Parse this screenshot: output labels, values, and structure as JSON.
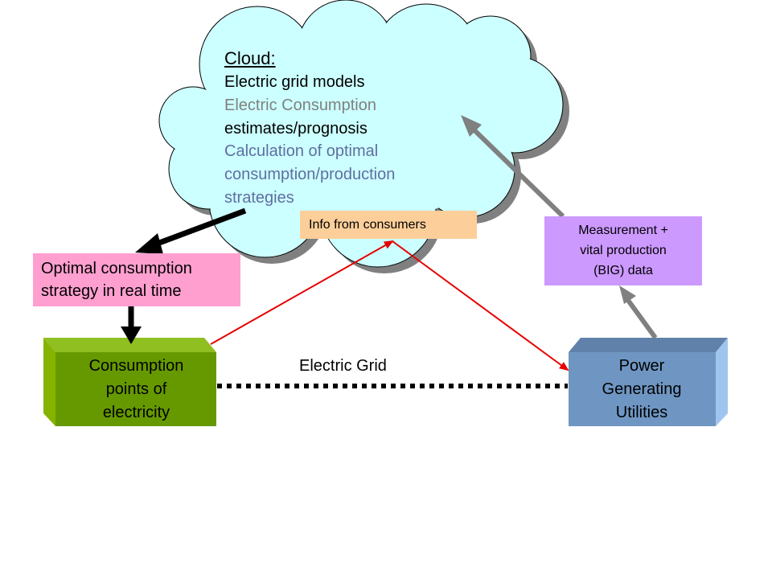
{
  "cloud": {
    "title": "Cloud:",
    "lines": [
      {
        "text": "Electric grid models",
        "color": "#000000"
      },
      {
        "text": "Electric Consumption",
        "color": "#808080"
      },
      {
        "text": "estimates/prognosis",
        "color": "#000000"
      },
      {
        "text": "Calculation of optimal",
        "color": "#5f6fa0"
      },
      {
        "text": "consumption/production",
        "color": "#5f6fa0"
      },
      {
        "text": "strategies",
        "color": "#5f6fa0"
      }
    ],
    "fill": "#ccffff"
  },
  "info_box": {
    "label": "Info from consumers",
    "fill": "#fccf9a"
  },
  "optimal_box": {
    "lines": [
      "Optimal consumption",
      "strategy in real time"
    ],
    "fill": "#ff9fd0"
  },
  "measurement_box": {
    "lines": [
      "Measurement +",
      "vital production",
      "(BIG) data"
    ],
    "fill": "#cc99ff"
  },
  "consumption_node": {
    "lines": [
      "Consumption",
      "points of",
      "electricity"
    ],
    "fill": "#669900"
  },
  "power_node": {
    "lines": [
      "Power",
      "Generating",
      "Utilities"
    ],
    "fill": "#6f96c2"
  },
  "grid_link": {
    "label": "Electric Grid"
  },
  "colors": {
    "red_arrow": "#e60000",
    "black_arrow": "#000000",
    "gray_arrow": "#808080"
  }
}
